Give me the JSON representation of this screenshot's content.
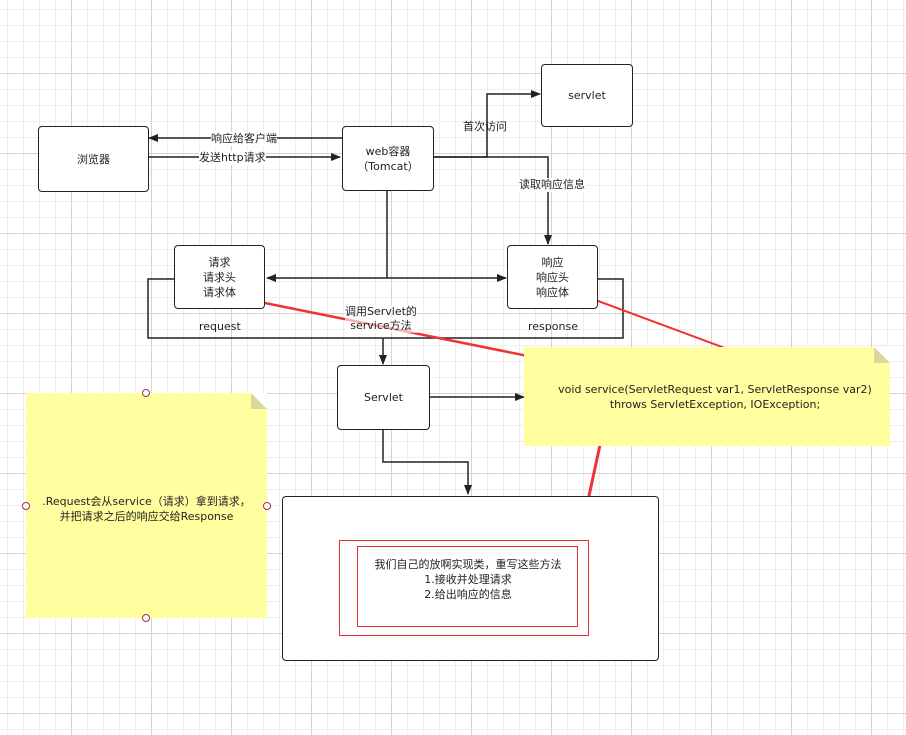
{
  "nodes": {
    "browser": "浏览器",
    "web_container": "web容器\n（Tomcat）",
    "servlet_top": "servlet",
    "request_box": "请求\n请求头\n请求体",
    "response_box": "响应\n响应头\n响应体",
    "servlet_mid": "Servlet",
    "impl_box": "我们自己的放啊实现类，重写这些方法\n1.接收并处理请求\n2.给出响应的信息"
  },
  "edge_labels": {
    "respond_to_client": "响应给客户端",
    "send_http": "发送http请求",
    "first_visit": "首次访问",
    "read_response": "读取响应信息",
    "request": "request",
    "response": "response",
    "call_service": "调用Servlet的\nservice方法"
  },
  "notes": {
    "service_signature": "void service(ServletRequest var1, ServletResponse var2)\nthrows ServletException, IOException;",
    "request_note": ".Request会从service（请求）拿到请求，\n并把请求之后的响应交给Response"
  },
  "colors": {
    "note_fill": "#ffff9f",
    "red_arrow": "#ee3333",
    "line": "#222222"
  }
}
